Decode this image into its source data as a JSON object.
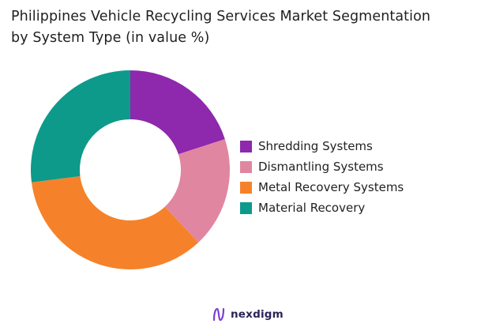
{
  "chart_data": {
    "type": "pie",
    "title": "Philippines Vehicle Recycling Services Market Segmentation",
    "subtitle": "by System Type (in value %)",
    "categories": [
      "Shredding Systems",
      "Dismantling Systems",
      "Metal Recovery Systems",
      "Material Recovery"
    ],
    "values": [
      20,
      18,
      35,
      27
    ],
    "colors": [
      "#8e28ad",
      "#e186a0",
      "#f5822a",
      "#0d9a8a"
    ],
    "legend": "right",
    "donut": true
  },
  "brand": {
    "name": "nexdigm",
    "accent": "#7b3fd6"
  }
}
